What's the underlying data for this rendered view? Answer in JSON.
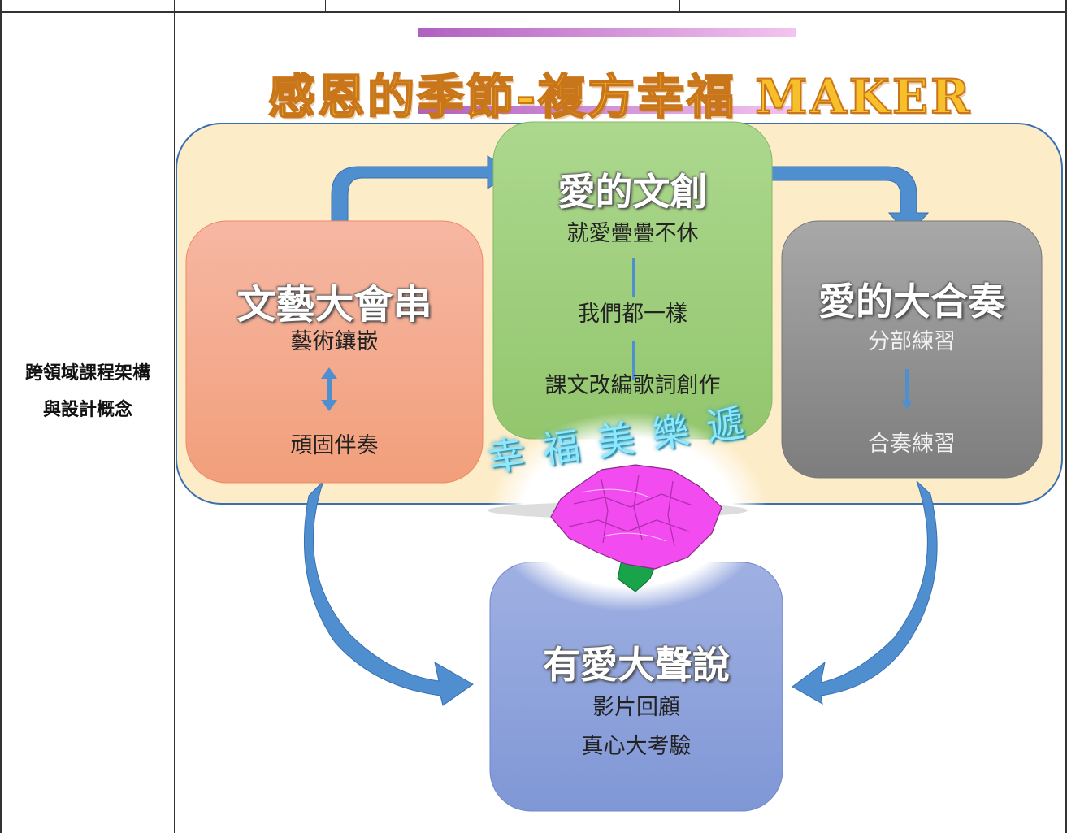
{
  "row_label": [
    "跨領域課程架構",
    "與設計概念"
  ],
  "title": "感恩的季節-複方幸福 MAKER",
  "logo_text": "幸福美樂遞",
  "boxes": {
    "culture": {
      "title": "愛的文創",
      "items": [
        "就愛疊疊不休",
        "我們都一樣",
        "課文改編歌詞創作"
      ]
    },
    "arts": {
      "title": "文藝大會串",
      "items": [
        "藝術鑲嵌",
        "頑固伴奏"
      ]
    },
    "ensemble": {
      "title": "愛的大合奏",
      "items": [
        "分部練習",
        "合奏練習"
      ]
    },
    "speak": {
      "title": "有愛大聲說",
      "items": [
        "影片回顧",
        "真心大考驗"
      ]
    }
  },
  "colors": {
    "frame_fill": "#fdecc8",
    "frame_stroke": "#3a6fb0",
    "arrow": "#4f8fd0",
    "arts_box": "#f4a98c",
    "culture_box": "#9fce7e",
    "ensemble_box": "#8f8f8f",
    "speak_box": "#8fa3dc",
    "flower": "#f24bf0"
  }
}
